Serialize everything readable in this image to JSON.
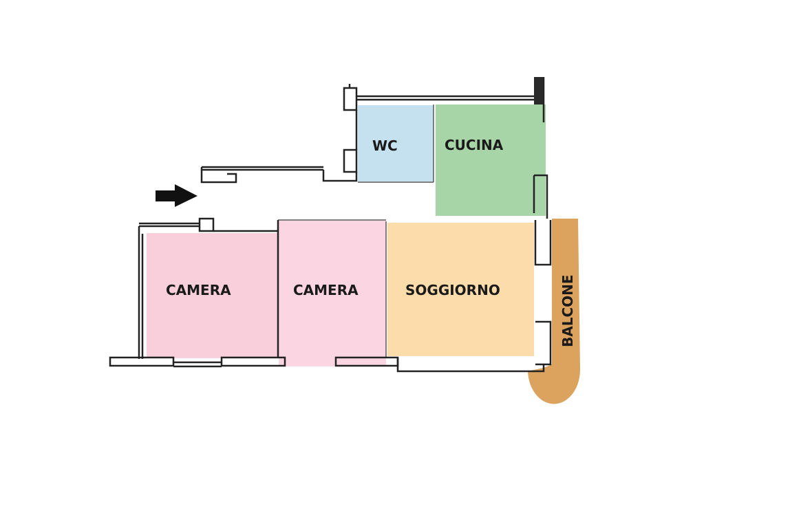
{
  "floorplan": {
    "rooms": {
      "wc": {
        "label": "WC",
        "color": "#c5e0ee"
      },
      "cucina": {
        "label": "CUCINA",
        "color": "#a8d5a8"
      },
      "camera_1": {
        "label": "CAMERA",
        "color": "#f9cfdc"
      },
      "camera_2": {
        "label": "CAMERA",
        "color": "#fbd6e2"
      },
      "soggiorno": {
        "label": "SOGGIORNO",
        "color": "#fbdcaa"
      },
      "balcone": {
        "label": "BALCONE",
        "color": "#dba35e"
      }
    },
    "entrance_arrow": {
      "icon": "right-arrow-icon",
      "color": "#111111"
    }
  }
}
